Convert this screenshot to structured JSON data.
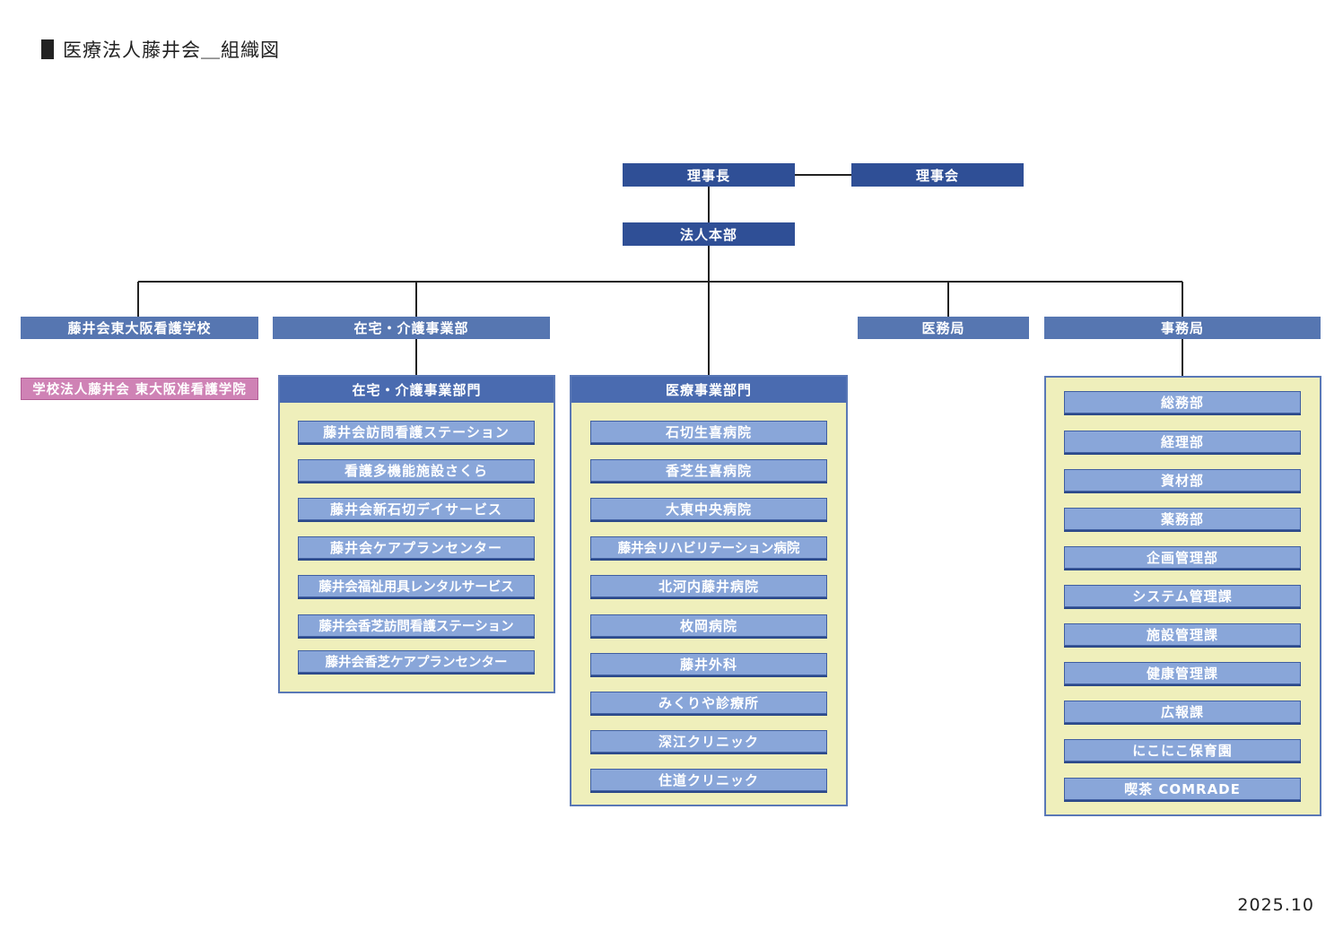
{
  "title": "医療法人藤井会＿組織図",
  "date": "2025.10",
  "chairman": "理事長",
  "board": "理事会",
  "headquarters": "法人本部",
  "divisions": {
    "school": "藤井会東大阪看護学校",
    "homecare": "在宅・介護事業部",
    "medical_bureau": "医務局",
    "admin_bureau": "事務局"
  },
  "school_corp": "学校法人藤井会 東大阪准看護学院",
  "homecare_dept": {
    "title": "在宅・介護事業部門",
    "items": [
      "藤井会訪問看護ステーション",
      "看護多機能施設さくら",
      "藤井会新石切デイサービス",
      "藤井会ケアプランセンター",
      "藤井会福祉用具レンタルサービス",
      "藤井会香芝訪問看護ステーション",
      "藤井会香芝ケアプランセンター"
    ]
  },
  "medical_dept": {
    "title": "医療事業部門",
    "items": [
      "石切生喜病院",
      "香芝生喜病院",
      "大東中央病院",
      "藤井会リハビリテーション病院",
      "北河内藤井病院",
      "枚岡病院",
      "藤井外科",
      "みくりや診療所",
      "深江クリニック",
      "住道クリニック"
    ]
  },
  "admin_dept": {
    "items": [
      "総務部",
      "経理部",
      "資材部",
      "薬務部",
      "企画管理部",
      "システム管理課",
      "施設管理課",
      "健康管理課",
      "広報課",
      "にこにこ保育園",
      "喫茶 COMRADE"
    ]
  }
}
